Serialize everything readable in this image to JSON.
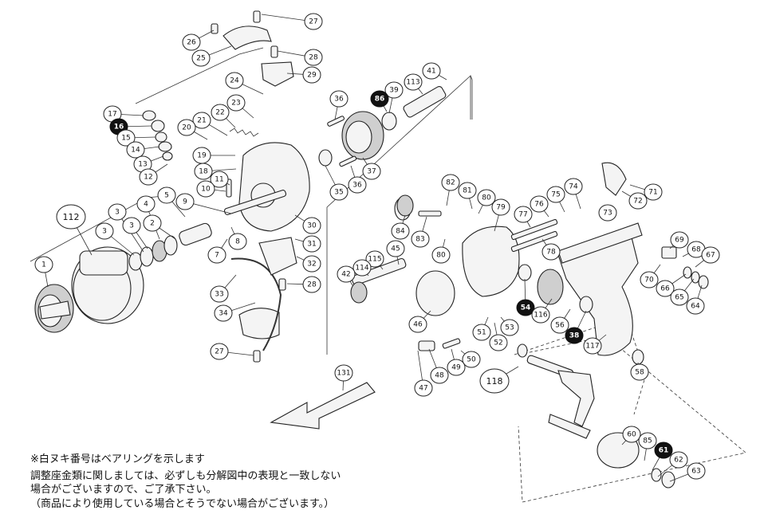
{
  "notes": [
    "※白ヌキ番号はベアリングを示します",
    "調整座金類に関しましては、必ずしも分解図中の表現と一致しない",
    "場合がございますので、ご了承下さい。",
    "（商品により使用している場合とそうでない場合がございます。）"
  ],
  "callouts": [
    {
      "label": "27",
      "bearing": false
    },
    {
      "label": "26",
      "bearing": false
    },
    {
      "label": "28",
      "bearing": false
    },
    {
      "label": "25",
      "bearing": false
    },
    {
      "label": "29",
      "bearing": false
    },
    {
      "label": "24",
      "bearing": false
    },
    {
      "label": "41",
      "bearing": false
    },
    {
      "label": "113",
      "bearing": false
    },
    {
      "label": "39",
      "bearing": false
    },
    {
      "label": "86",
      "bearing": true
    },
    {
      "label": "36",
      "bearing": false
    },
    {
      "label": "23",
      "bearing": false
    },
    {
      "label": "22",
      "bearing": false
    },
    {
      "label": "17",
      "bearing": false
    },
    {
      "label": "16",
      "bearing": true
    },
    {
      "label": "21",
      "bearing": false
    },
    {
      "label": "20",
      "bearing": false
    },
    {
      "label": "15",
      "bearing": false
    },
    {
      "label": "14",
      "bearing": false
    },
    {
      "label": "19",
      "bearing": false
    },
    {
      "label": "13",
      "bearing": false
    },
    {
      "label": "12",
      "bearing": false
    },
    {
      "label": "18",
      "bearing": false
    },
    {
      "label": "37",
      "bearing": false
    },
    {
      "label": "11",
      "bearing": false
    },
    {
      "label": "10",
      "bearing": false
    },
    {
      "label": "35",
      "bearing": false
    },
    {
      "label": "36",
      "bearing": false
    },
    {
      "label": "5",
      "bearing": false
    },
    {
      "label": "9",
      "bearing": false
    },
    {
      "label": "3",
      "bearing": false
    },
    {
      "label": "4",
      "bearing": false
    },
    {
      "label": "3",
      "bearing": false
    },
    {
      "label": "112",
      "bearing": false,
      "big": true
    },
    {
      "label": "3",
      "bearing": false
    },
    {
      "label": "2",
      "bearing": false
    },
    {
      "label": "8",
      "bearing": false
    },
    {
      "label": "30",
      "bearing": false
    },
    {
      "label": "31",
      "bearing": false
    },
    {
      "label": "7",
      "bearing": false
    },
    {
      "label": "32",
      "bearing": false
    },
    {
      "label": "1",
      "bearing": false
    },
    {
      "label": "33",
      "bearing": false
    },
    {
      "label": "28",
      "bearing": false
    },
    {
      "label": "34",
      "bearing": false
    },
    {
      "label": "27",
      "bearing": false
    },
    {
      "label": "82",
      "bearing": false
    },
    {
      "label": "81",
      "bearing": false
    },
    {
      "label": "80",
      "bearing": false
    },
    {
      "label": "79",
      "bearing": false
    },
    {
      "label": "84",
      "bearing": false
    },
    {
      "label": "83",
      "bearing": false
    },
    {
      "label": "80",
      "bearing": false
    },
    {
      "label": "45",
      "bearing": false
    },
    {
      "label": "115",
      "bearing": false
    },
    {
      "label": "114",
      "bearing": false
    },
    {
      "label": "42",
      "bearing": false
    },
    {
      "label": "77",
      "bearing": false
    },
    {
      "label": "76",
      "bearing": false
    },
    {
      "label": "75",
      "bearing": false
    },
    {
      "label": "74",
      "bearing": false
    },
    {
      "label": "73",
      "bearing": false
    },
    {
      "label": "72",
      "bearing": false
    },
    {
      "label": "71",
      "bearing": false
    },
    {
      "label": "78",
      "bearing": false
    },
    {
      "label": "69",
      "bearing": false
    },
    {
      "label": "68",
      "bearing": false
    },
    {
      "label": "67",
      "bearing": false
    },
    {
      "label": "70",
      "bearing": false
    },
    {
      "label": "66",
      "bearing": false
    },
    {
      "label": "65",
      "bearing": false
    },
    {
      "label": "64",
      "bearing": false
    },
    {
      "label": "54",
      "bearing": true
    },
    {
      "label": "46",
      "bearing": false
    },
    {
      "label": "51",
      "bearing": false
    },
    {
      "label": "53",
      "bearing": false
    },
    {
      "label": "52",
      "bearing": false
    },
    {
      "label": "116",
      "bearing": false
    },
    {
      "label": "56",
      "bearing": false
    },
    {
      "label": "38",
      "bearing": true
    },
    {
      "label": "117",
      "bearing": false
    },
    {
      "label": "48",
      "bearing": false
    },
    {
      "label": "49",
      "bearing": false
    },
    {
      "label": "50",
      "bearing": false
    },
    {
      "label": "47",
      "bearing": false
    },
    {
      "label": "58",
      "bearing": false
    },
    {
      "label": "118",
      "bearing": false,
      "big": true
    },
    {
      "label": "131",
      "bearing": false
    },
    {
      "label": "60",
      "bearing": false
    },
    {
      "label": "85",
      "bearing": false
    },
    {
      "label": "61",
      "bearing": true
    },
    {
      "label": "62",
      "bearing": false
    },
    {
      "label": "63",
      "bearing": false
    }
  ]
}
